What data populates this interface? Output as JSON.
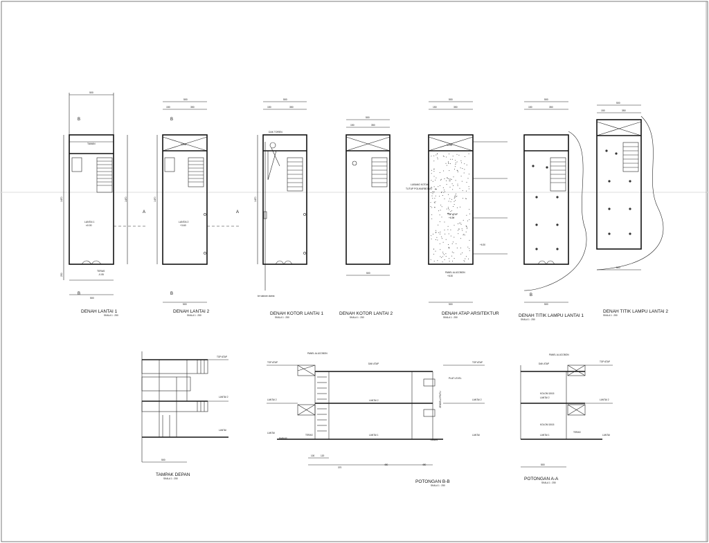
{
  "plans": [
    {
      "title": "DENAH LANTAI 1",
      "scale": "SKALA 1 : 250",
      "dims": {
        "top": "500",
        "bottom": "500",
        "side": "1470",
        "side2": "250"
      },
      "section": {
        "b": "B",
        "a": "A"
      },
      "labels": {
        "room": "TAMAN",
        "floor": "LANTAI 1",
        "level": "±0.00",
        "terrace": "TERAS",
        "terrace_level": "-0.05"
      }
    },
    {
      "title": "DENAH LANTAI 2",
      "scale": "SKALA 1 : 250",
      "dims": {
        "top": "500",
        "seg1": "150",
        "seg2": "350",
        "side": "1470",
        "bottom": "500"
      },
      "section": {
        "b": "B",
        "a": "A"
      },
      "labels": {
        "room": "VOID",
        "floor": "LANTAI 2",
        "level": "+3.60"
      }
    },
    {
      "title": "DENAH KOTOR LANTAI 1",
      "scale": "SKALA 1 : 250",
      "dims": {
        "top": "500",
        "seg1": "150",
        "seg2": "350",
        "side": "1470"
      },
      "labels": {
        "top_note": "DAK TOREN",
        "bottom_note": "ke saluran utama"
      }
    },
    {
      "title": "DENAH KOTOR LANTAI 2",
      "scale": "SKALA 1 : 250",
      "dims": {
        "top": "500",
        "seg1": "150",
        "seg2": "350",
        "bottom": "500"
      }
    },
    {
      "title": "DENAH ATAP ARSITEKTUR",
      "scale": "SKALA 1 : 250",
      "dims": {
        "top": "500",
        "seg1": "150",
        "seg2": "350",
        "bottom": "500"
      },
      "labels": {
        "room": "VOID",
        "note1": "LUBANG KOTAK",
        "note2": "TUTUP POLIKARBONAT",
        "roof": "TOP ATAP",
        "roof_level": "+6.30",
        "panel": "PANEL ALUCOBON",
        "panel_level": "+8.30",
        "side_level": "+6.30"
      }
    },
    {
      "title": "DENAH TITIK LAMPU LANTAI 1",
      "scale": "SKALA 1 : 250",
      "dims": {
        "top": "500",
        "seg1": "150",
        "seg2": "350",
        "bottom": "500"
      },
      "section": {
        "b": "B"
      }
    },
    {
      "title": "DENAH TITIK LAMPU LANTAI 2",
      "scale": "SKALA 1 : 250",
      "dims": {
        "top": "500",
        "seg1": "150",
        "seg2": "350",
        "bottom": "500"
      }
    }
  ],
  "elevations": [
    {
      "title": "TAMPAK DEPAN",
      "scale": "SKALA 1 : 250",
      "dim": "500",
      "levels": [
        "TOP ATAP",
        "LANTAI 2",
        "LANTAI"
      ]
    },
    {
      "title": "POTONGAN B-B",
      "scale": "SKALA 1 : 250",
      "dims": [
        "100",
        "120",
        "370",
        "450",
        "450"
      ],
      "labels": {
        "panel": "PANEL ALUCOBON",
        "dak": "DAK ATAP",
        "top_left": "TOP ATAP",
        "top_right": "TOP ATAP",
        "lantai2_left": "LANTAI 2",
        "lantai2_mid": "LANTAI 2",
        "lantai2_right": "LANTAI 2",
        "lantai_left": "LANTAI",
        "lantai_mid": "LANTAI 1",
        "lantai_right": "LANTAI",
        "teras": "TERAS",
        "parkir": "PARKIR",
        "taman": "TAMAN",
        "plat": "PLAT LEVEL",
        "jendela": "JENDELA PINTU"
      }
    },
    {
      "title": "POTONGAN A-A",
      "scale": "SKALA 1 : 250",
      "dim": "500",
      "labels": {
        "panel": "PANEL ALUCOBON",
        "dak": "DAK ATAP",
        "top": "TOP ATAP",
        "kolom1": "KOLOM 15/15",
        "kolom2": "KOLOM 15/15",
        "lantai2": "LANTAI 2",
        "lantai2_r": "LANTAI 2",
        "lantai1": "LANTAI 1",
        "lantai_r": "LANTAI",
        "teras": "TERAS"
      }
    }
  ]
}
